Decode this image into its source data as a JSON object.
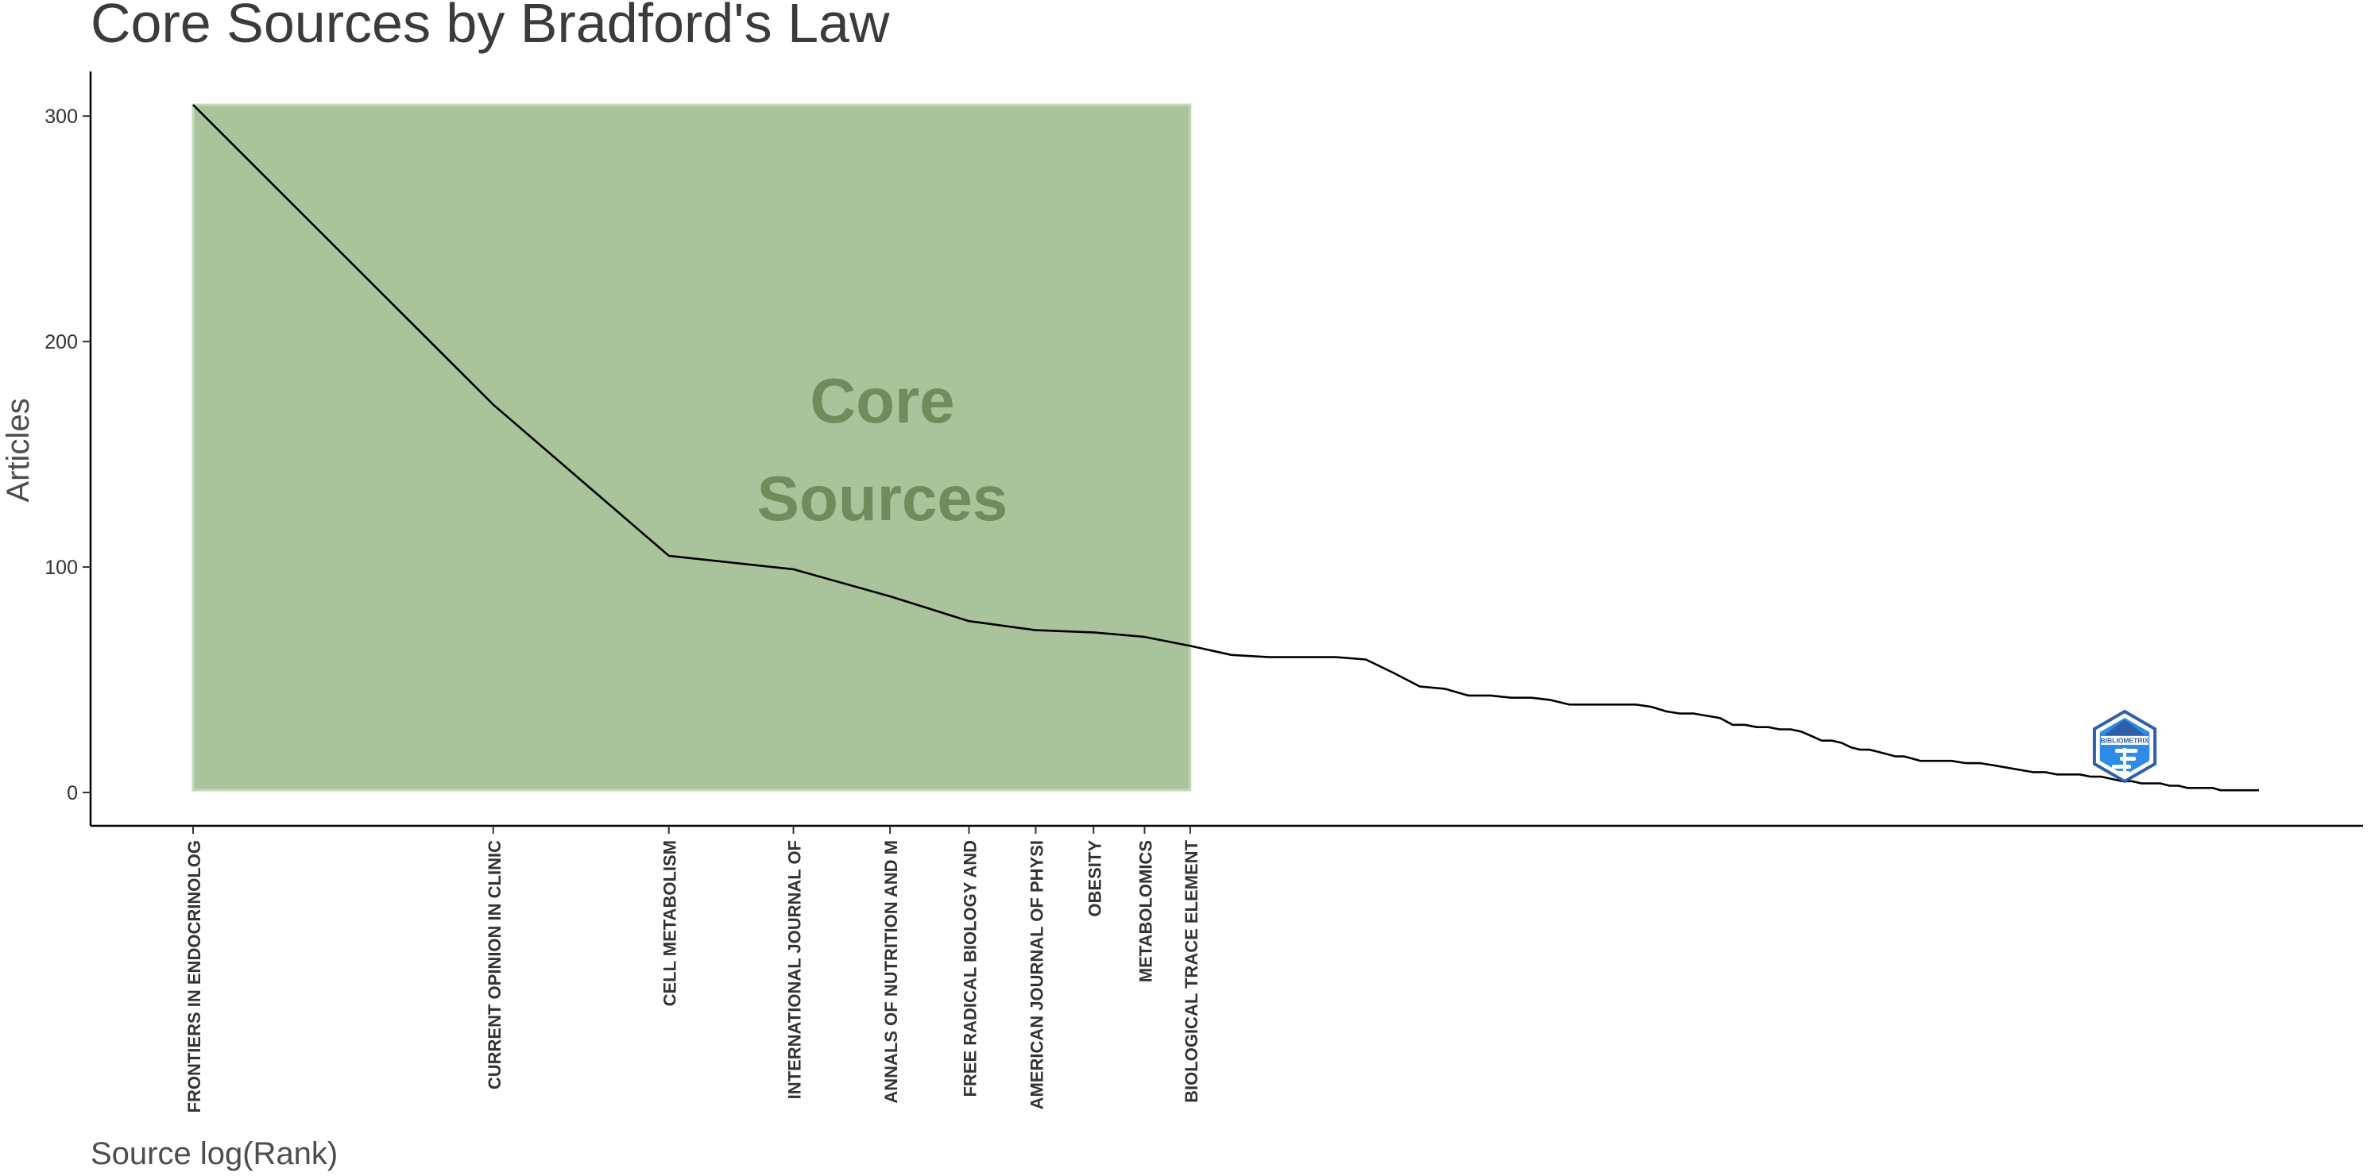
{
  "chart_data": {
    "type": "line",
    "title": "Core Sources by Bradford's Law",
    "xlabel": "Source log(Rank)",
    "ylabel": "Articles",
    "x_scale": "log",
    "x_domain": [
      0.95,
      128
    ],
    "ylim": [
      -15,
      320
    ],
    "yticks": [
      0,
      100,
      200,
      300
    ],
    "grid": false,
    "legend": "none",
    "core_zone": {
      "label_line1": "Core",
      "label_line2": "Sources",
      "rank_from": 1,
      "rank_to": 10,
      "articles_from": 1,
      "articles_to": 305,
      "fill_color": "#a9c49a",
      "label_color": "#6e8c5c"
    },
    "core_source_labels": [
      {
        "rank": 1,
        "label": "FRONTIERS IN ENDOCRINOLOG"
      },
      {
        "rank": 2,
        "label": "CURRENT OPINION IN CLINIC"
      },
      {
        "rank": 3,
        "label": "CELL METABOLISM"
      },
      {
        "rank": 4,
        "label": "INTERNATIONAL JOURNAL OF"
      },
      {
        "rank": 5,
        "label": "ANNALS OF NUTRITION AND M"
      },
      {
        "rank": 6,
        "label": "FREE RADICAL BIOLOGY AND"
      },
      {
        "rank": 7,
        "label": "AMERICAN JOURNAL OF PHYSI"
      },
      {
        "rank": 8,
        "label": "OBESITY"
      },
      {
        "rank": 9,
        "label": "METABOLOMICS"
      },
      {
        "rank": 10,
        "label": "BIOLOGICAL TRACE ELEMENT"
      }
    ],
    "series": [
      {
        "color": "#000000",
        "points": [
          [
            1,
            305
          ],
          [
            2,
            172
          ],
          [
            3,
            105
          ],
          [
            4,
            99
          ],
          [
            5,
            87
          ],
          [
            6,
            76
          ],
          [
            7,
            72
          ],
          [
            8,
            71
          ],
          [
            9,
            69
          ],
          [
            10,
            65
          ],
          [
            11,
            61
          ],
          [
            12,
            60
          ],
          [
            13,
            60
          ],
          [
            14,
            60
          ],
          [
            15,
            59
          ],
          [
            16,
            53
          ],
          [
            17,
            47
          ],
          [
            18,
            46
          ],
          [
            19,
            43
          ],
          [
            20,
            43
          ],
          [
            21,
            42
          ],
          [
            22,
            42
          ],
          [
            23,
            41
          ],
          [
            24,
            39
          ],
          [
            26,
            39
          ],
          [
            28,
            39
          ],
          [
            29,
            38
          ],
          [
            30,
            36
          ],
          [
            31,
            35
          ],
          [
            32,
            35
          ],
          [
            33,
            34
          ],
          [
            34,
            33
          ],
          [
            35,
            30
          ],
          [
            36,
            30
          ],
          [
            37,
            29
          ],
          [
            38,
            29
          ],
          [
            39,
            28
          ],
          [
            40,
            28
          ],
          [
            41,
            27
          ],
          [
            42,
            25
          ],
          [
            43,
            23
          ],
          [
            44,
            23
          ],
          [
            45,
            22
          ],
          [
            46,
            20
          ],
          [
            47,
            19
          ],
          [
            48,
            19
          ],
          [
            49,
            18
          ],
          [
            50,
            17
          ],
          [
            51,
            16
          ],
          [
            52,
            16
          ],
          [
            53,
            15
          ],
          [
            54,
            14
          ],
          [
            56,
            14
          ],
          [
            58,
            14
          ],
          [
            60,
            13
          ],
          [
            62,
            13
          ],
          [
            64,
            12
          ],
          [
            66,
            11
          ],
          [
            68,
            10
          ],
          [
            70,
            9
          ],
          [
            72,
            9
          ],
          [
            74,
            8
          ],
          [
            76,
            8
          ],
          [
            78,
            8
          ],
          [
            80,
            7
          ],
          [
            82,
            7
          ],
          [
            84,
            6
          ],
          [
            86,
            5
          ],
          [
            88,
            5
          ],
          [
            90,
            4
          ],
          [
            92,
            4
          ],
          [
            94,
            4
          ],
          [
            96,
            3
          ],
          [
            98,
            3
          ],
          [
            100,
            2
          ],
          [
            102,
            2
          ],
          [
            104,
            2
          ],
          [
            106,
            2
          ],
          [
            108,
            1
          ],
          [
            110,
            1
          ],
          [
            113,
            1
          ],
          [
            116,
            1
          ],
          [
            118,
            1
          ]
        ]
      }
    ]
  },
  "logo": {
    "text": "BIBLIOMETRIX",
    "icon": "bibliometrix-logo-icon",
    "color_primary": "#2e8be6",
    "color_dark": "#2f5fa8"
  }
}
